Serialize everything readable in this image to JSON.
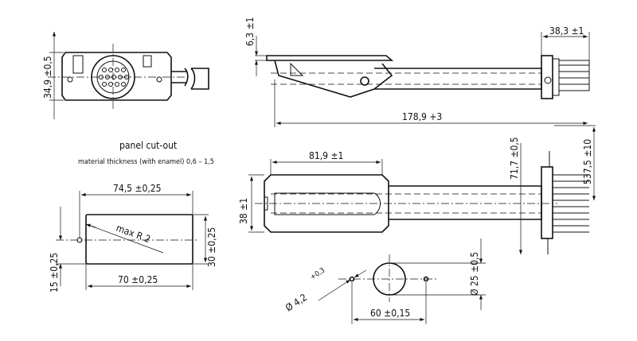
{
  "title": "panel cut-out",
  "note": "material thickness (with enamel) 0,6 – 1,5",
  "dimensions": {
    "front_height": "34,9 ±0,5",
    "side_top_offset": "6,3 ±1",
    "connector_length": "38,3 ±1",
    "overall_length": "178,9 +3",
    "top_width": "81,9 ±1",
    "top_height": "38 ±1",
    "shaft_offset": "71,7 ±0,5",
    "cable_length": "537,5 ±10",
    "cutout_width_outer": "74,5 ±0,25",
    "cutout_radius": "max R 2",
    "cutout_height": "30 ±0,25",
    "cutout_hole_offset": "15 ±0,25",
    "cutout_width": "70 ±0,25",
    "hole_diameter": "Ø 4,2",
    "hole_tolerance": "+0,3",
    "bore_diameter": "Ø 25 ±0,5",
    "hole_spacing": "60 ±0,15"
  }
}
